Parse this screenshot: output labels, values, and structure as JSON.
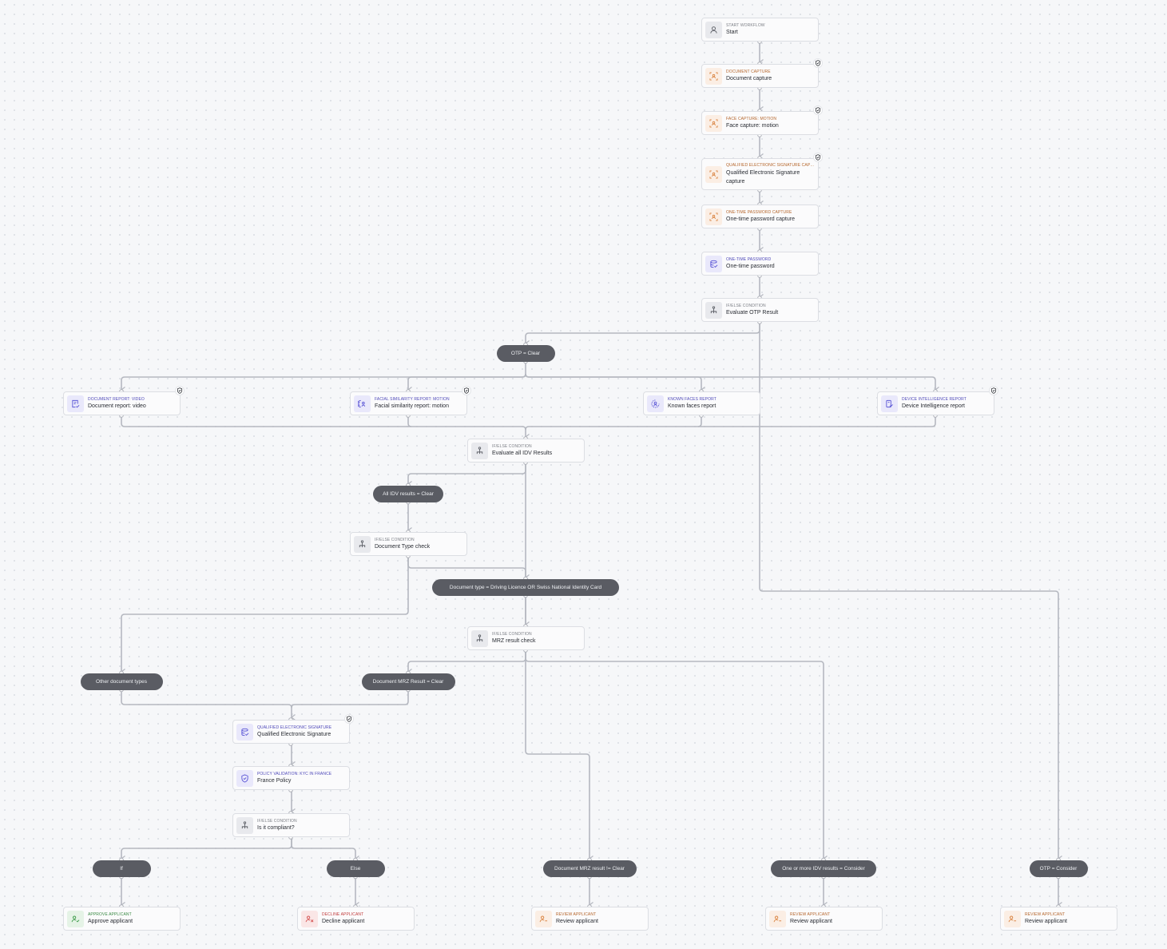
{
  "canvas": {
    "title": "Workflow builder",
    "colors": {
      "background": "#f6f7f9",
      "edge": "#b5b8c0",
      "pill": "#5a5c63",
      "node_border": "#dcdee3"
    }
  },
  "nodes": {
    "start": {
      "category": "Start workflow",
      "title": "Start",
      "icon": "person-icon",
      "theme": "gray"
    },
    "doc_capture": {
      "category": "Document capture",
      "title": "Document capture",
      "icon": "capture-icon",
      "theme": "orange",
      "verified": true
    },
    "face_capture": {
      "category": "Face capture: motion",
      "title": "Face capture: motion",
      "icon": "capture-icon",
      "theme": "orange",
      "verified": true
    },
    "qes_capture": {
      "category": "Qualified electronic signature capture",
      "title": "Qualified Electronic Signature capture",
      "icon": "capture-icon",
      "theme": "orange",
      "verified": true
    },
    "otp_capture": {
      "category": "One-time password capture",
      "title": "One-time password capture",
      "icon": "capture-icon",
      "theme": "orange"
    },
    "otp": {
      "category": "One-time password",
      "title": "One-time password",
      "icon": "stack-icon",
      "theme": "purple"
    },
    "eval_otp": {
      "category": "If/else condition",
      "title": "Evaluate OTP Result",
      "icon": "branch-icon",
      "theme": "gray"
    },
    "doc_report": {
      "category": "Document report: video",
      "title": "Document report: video",
      "icon": "document-report-icon",
      "theme": "purple",
      "verified": true
    },
    "facial_report": {
      "category": "Facial similarity report: motion",
      "title": "Facial similarity report: motion",
      "icon": "face-scan-icon",
      "theme": "purple",
      "verified": true
    },
    "known_faces": {
      "category": "Known faces report",
      "title": "Known faces report",
      "icon": "face-group-icon",
      "theme": "purple"
    },
    "device_intel": {
      "category": "Device intelligence report",
      "title": "Device Intelligence report",
      "icon": "device-report-icon",
      "theme": "purple",
      "verified": true
    },
    "eval_idv": {
      "category": "If/else condition",
      "title": "Evaluate all IDV Results",
      "icon": "branch-icon",
      "theme": "gray"
    },
    "doc_type_check": {
      "category": "If/else condition",
      "title": "Document Type check",
      "icon": "branch-icon",
      "theme": "gray"
    },
    "mrz_check": {
      "category": "If/else condition",
      "title": "MRZ result check",
      "icon": "branch-icon",
      "theme": "gray"
    },
    "qes": {
      "category": "Qualified electronic signature",
      "title": "Qualified Electronic Signature",
      "icon": "stack-icon",
      "theme": "purple",
      "verified": true
    },
    "france_policy": {
      "category": "Policy validation: KYC in France",
      "title": "France Policy",
      "icon": "shield-icon",
      "theme": "purple"
    },
    "compliant": {
      "category": "If/else condition",
      "title": "Is it compliant?",
      "icon": "branch-icon",
      "theme": "gray"
    },
    "approve": {
      "category": "Approve applicant",
      "title": "Approve applicant",
      "icon": "user-check-icon",
      "theme": "green"
    },
    "decline": {
      "category": "Decline applicant",
      "title": "Decline applicant",
      "icon": "user-x-icon",
      "theme": "red"
    },
    "review_mrz": {
      "category": "Review applicant",
      "title": "Review applicant",
      "icon": "user-minus-icon",
      "theme": "orange"
    },
    "review_idv": {
      "category": "Review applicant",
      "title": "Review applicant",
      "icon": "user-minus-icon",
      "theme": "orange"
    },
    "review_otp": {
      "category": "Review applicant",
      "title": "Review applicant",
      "icon": "user-minus-icon",
      "theme": "orange"
    }
  },
  "conditions": {
    "otp_clear": "OTP = Clear",
    "idv_clear": "All IDV results = Clear",
    "doc_type_dl": "Document type = Driving Licence OR Swiss National Identity Card",
    "other_docs": "Other document types",
    "mrz_clear": "Document MRZ Result = Clear",
    "if": "If",
    "else": "Else",
    "mrz_not_clear": "Document MRZ result != Clear",
    "idv_consider": "One or more IDV results = Consider",
    "otp_consider": "OTP = Consider"
  }
}
